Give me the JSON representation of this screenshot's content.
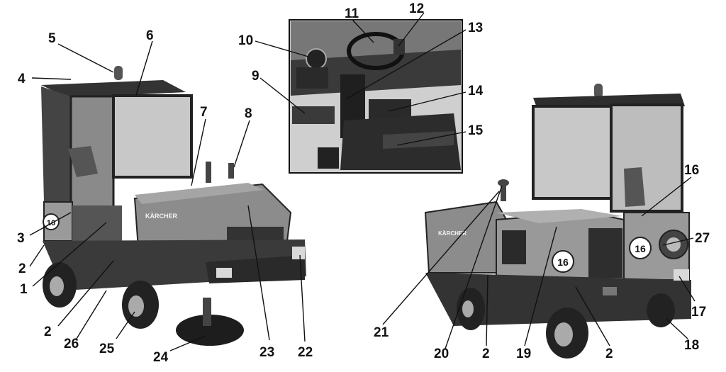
{
  "callouts": {
    "c1": "1",
    "c2a": "2",
    "c2b": "2",
    "c2c": "2",
    "c2d": "2",
    "c3": "3",
    "c4": "4",
    "c5": "5",
    "c6": "6",
    "c7": "7",
    "c8": "8",
    "c9": "9",
    "c10": "10",
    "c11": "11",
    "c12": "12",
    "c13": "13",
    "c14": "14",
    "c15": "15",
    "c16a": "16",
    "c16b": "16",
    "c17": "17",
    "c18": "18",
    "c19": "19",
    "c20": "20",
    "c21": "21",
    "c22": "22",
    "c23": "23",
    "c24": "24",
    "c25": "25",
    "c26": "26",
    "c27": "27"
  },
  "badges": {
    "speed_limit": "16"
  },
  "brand": {
    "logo_text": "KÄRCHER"
  },
  "colors": {
    "line": "#111111",
    "body_dark": "#3a3a3a",
    "body_mid": "#8c8c8c",
    "body_light": "#bdbdbd"
  }
}
